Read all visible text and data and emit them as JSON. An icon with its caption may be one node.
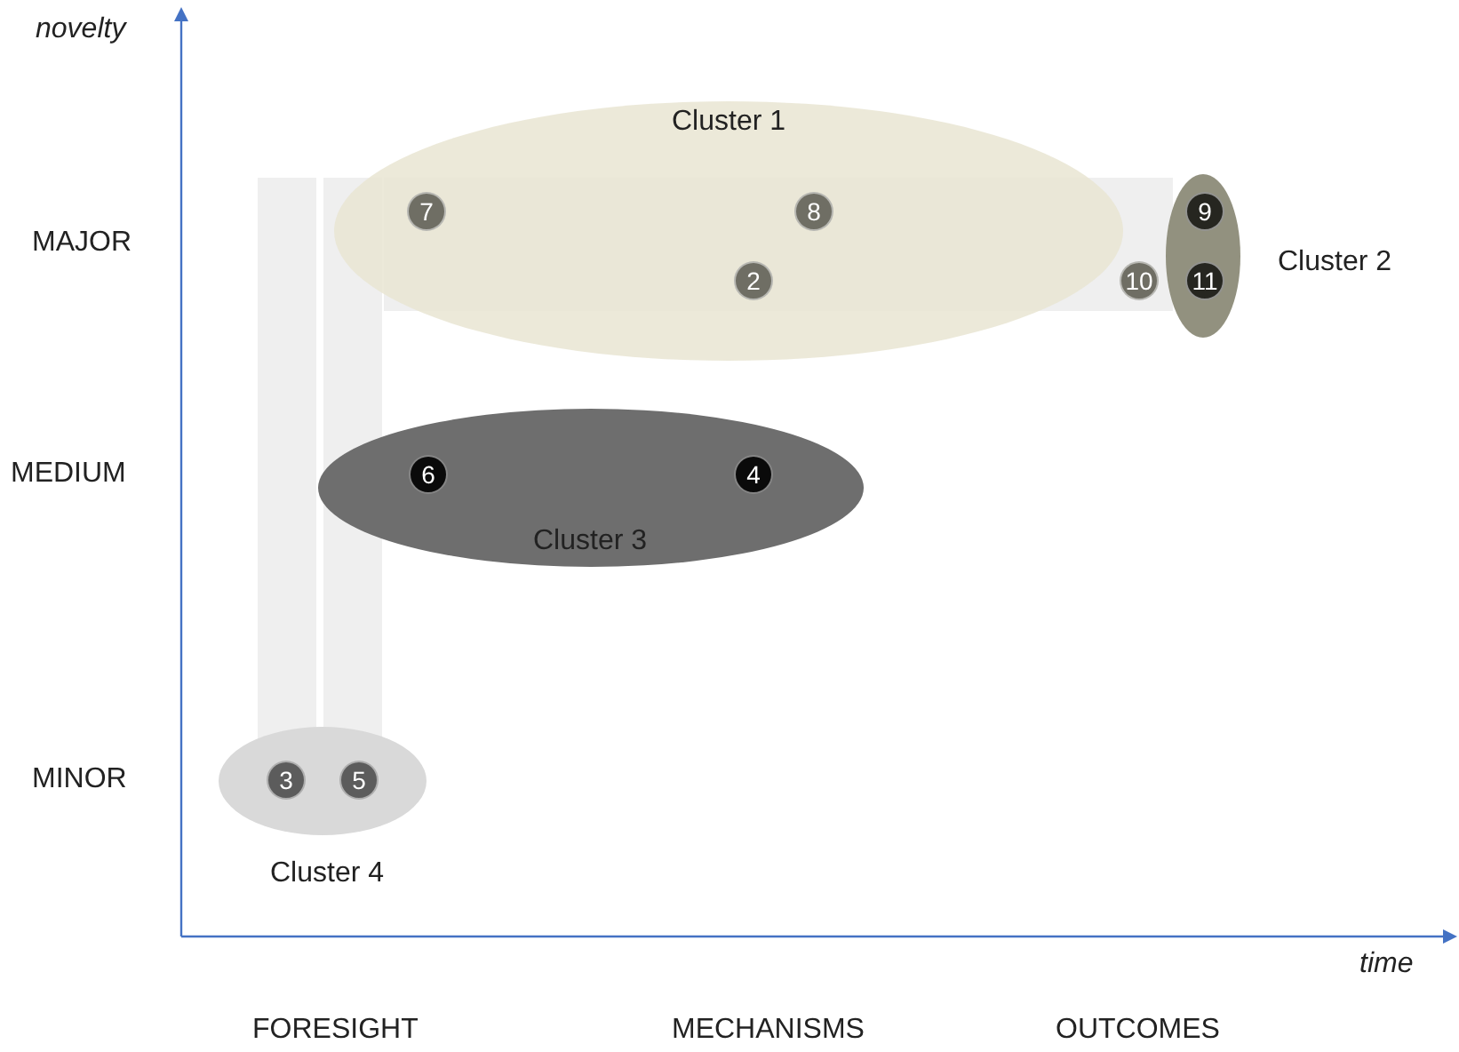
{
  "diagram": {
    "nodes": [
      {
        "text": [
          "Cluster 1"
        ]
      },
      {
        "text": [
          "7"
        ],
        "in": 0
      },
      {
        "text": [
          "8"
        ],
        "in": 0
      },
      {
        "text": [
          "2"
        ],
        "in": 0
      },
      {
        "text": [
          "10"
        ]
      },
      {
        "text": [
          "Cluster 2"
        ]
      },
      {
        "text": [
          "9"
        ],
        "in": 5
      },
      {
        "text": [
          "11"
        ],
        "in": 5
      },
      {
        "text": [
          "Cluster 3"
        ]
      },
      {
        "text": [
          "6"
        ],
        "in": 8
      },
      {
        "text": [
          "4"
        ],
        "in": 8
      },
      {
        "text": [
          "Cluster 4"
        ]
      },
      {
        "text": [
          "3"
        ],
        "in": 11
      },
      {
        "text": [
          "5"
        ],
        "in": 11
      }
    ],
    "labels": [
      "novelty",
      "MAJOR",
      "MEDIUM",
      "MINOR",
      "time",
      "FORESIGHT",
      "MECHANISMS",
      "OUTCOMES"
    ]
  }
}
